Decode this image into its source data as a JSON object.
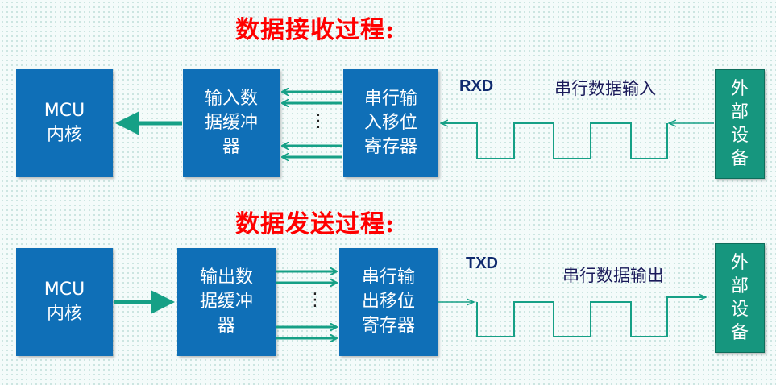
{
  "receive": {
    "title": "数据接收过程:",
    "core": "MCU\n内核",
    "buffer": "输入数\n据缓冲\n器",
    "shift": "串行输\n入移位\n寄存器",
    "signal": "RXD",
    "data_label": "串行数据输入",
    "device": "外\n部\n设\n备",
    "dots": "⋮"
  },
  "send": {
    "title": "数据发送过程:",
    "core": "MCU\n内核",
    "buffer": "输出数\n据缓冲\n器",
    "shift": "串行输\n出移位\n寄存器",
    "signal": "TXD",
    "data_label": "串行数据输出",
    "device": "外\n部\n设\n备",
    "dots": "⋮"
  },
  "colors": {
    "box": "#0f6fb7",
    "device": "#16967e",
    "wire": "#16a086",
    "title": "#ff0000"
  }
}
